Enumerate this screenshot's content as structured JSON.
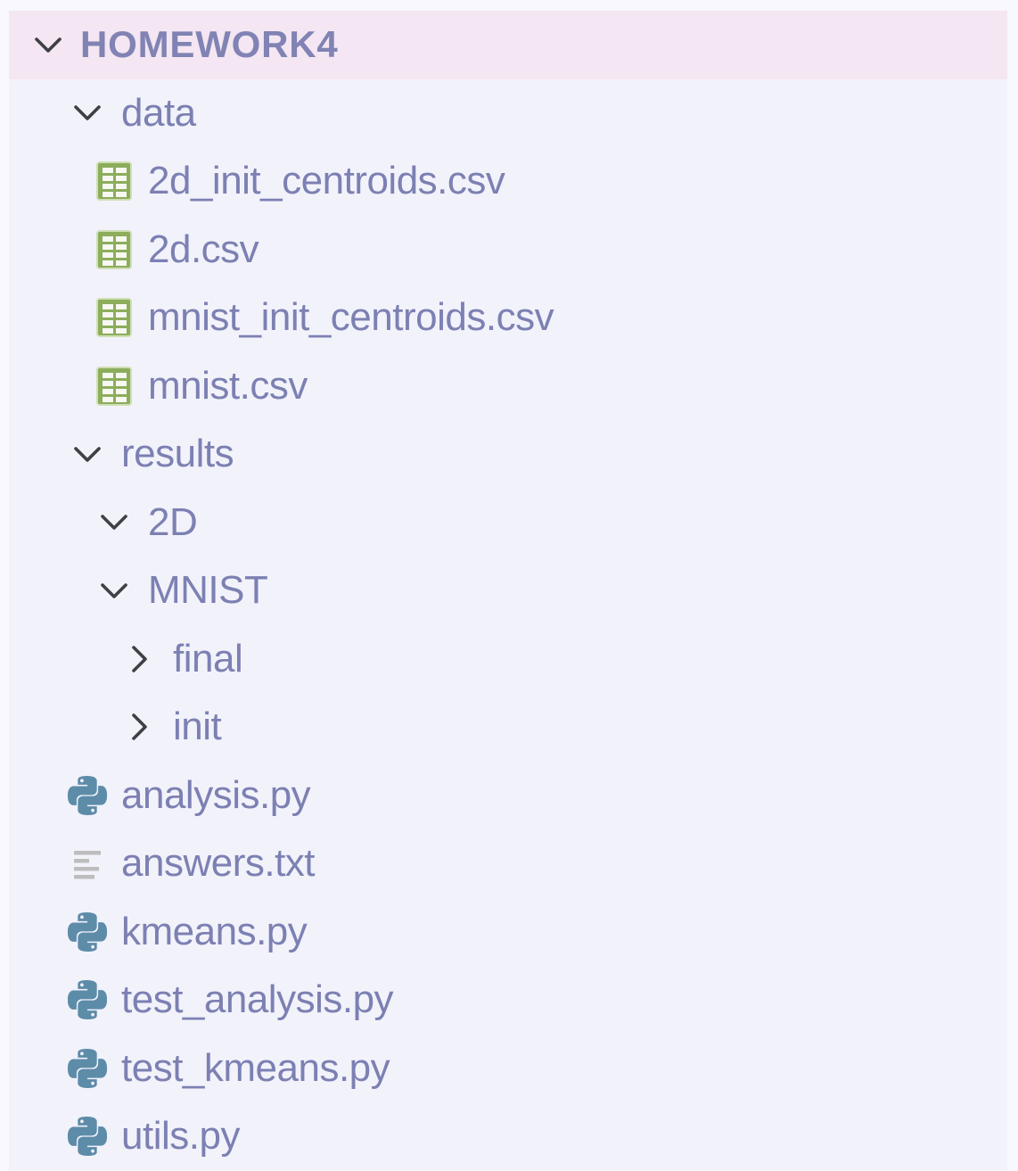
{
  "app": {
    "window_title": "HOMEWORK4",
    "view": "file-explorer"
  },
  "colors": {
    "panel_bg": "#f2f2fb",
    "gutter_bg": "#f8f8fe",
    "selected_row_bg": "#f4e6f2",
    "item_text": "#7c80b2",
    "root_text": "#8083b3",
    "chevron": "#3f3f46",
    "csv_icon_green": "#8cad5b",
    "csv_icon_border": "#cfdfb4",
    "csv_icon_cells": "#f6f8f1",
    "python_icon_blue": "#5d8ca9",
    "txt_icon_gray": "#bdbdbd"
  },
  "tree": {
    "items": [
      {
        "label": "HOMEWORK4",
        "level": 0,
        "kind": "folder",
        "state": "expanded",
        "selected": true,
        "icon": "chevron-down-icon"
      },
      {
        "label": "data",
        "level": 1,
        "kind": "folder",
        "state": "expanded",
        "selected": false,
        "icon": "chevron-down-icon"
      },
      {
        "label": "2d_init_centroids.csv",
        "level": 2,
        "kind": "file",
        "state": "none",
        "selected": false,
        "icon": "csv-table-icon"
      },
      {
        "label": "2d.csv",
        "level": 2,
        "kind": "file",
        "state": "none",
        "selected": false,
        "icon": "csv-table-icon"
      },
      {
        "label": "mnist_init_centroids.csv",
        "level": 2,
        "kind": "file",
        "state": "none",
        "selected": false,
        "icon": "csv-table-icon"
      },
      {
        "label": "mnist.csv",
        "level": 2,
        "kind": "file",
        "state": "none",
        "selected": false,
        "icon": "csv-table-icon"
      },
      {
        "label": "results",
        "level": 1,
        "kind": "folder",
        "state": "expanded",
        "selected": false,
        "icon": "chevron-down-icon"
      },
      {
        "label": "2D",
        "level": 2,
        "kind": "folder",
        "state": "expanded",
        "selected": false,
        "icon": "chevron-down-icon"
      },
      {
        "label": "MNIST",
        "level": 2,
        "kind": "folder",
        "state": "expanded",
        "selected": false,
        "icon": "chevron-down-icon"
      },
      {
        "label": "final",
        "level": 3,
        "kind": "folder",
        "state": "collapsed",
        "selected": false,
        "icon": "chevron-right-icon"
      },
      {
        "label": "init",
        "level": 3,
        "kind": "folder",
        "state": "collapsed",
        "selected": false,
        "icon": "chevron-right-icon"
      },
      {
        "label": "analysis.py",
        "level": 1,
        "kind": "file",
        "state": "none",
        "selected": false,
        "icon": "python-icon"
      },
      {
        "label": "answers.txt",
        "level": 1,
        "kind": "file",
        "state": "none",
        "selected": false,
        "icon": "text-file-icon"
      },
      {
        "label": "kmeans.py",
        "level": 1,
        "kind": "file",
        "state": "none",
        "selected": false,
        "icon": "python-icon"
      },
      {
        "label": "test_analysis.py",
        "level": 1,
        "kind": "file",
        "state": "none",
        "selected": false,
        "icon": "python-icon"
      },
      {
        "label": "test_kmeans.py",
        "level": 1,
        "kind": "file",
        "state": "none",
        "selected": false,
        "icon": "python-icon"
      },
      {
        "label": "utils.py",
        "level": 1,
        "kind": "file",
        "state": "none",
        "selected": false,
        "icon": "python-icon"
      }
    ]
  }
}
